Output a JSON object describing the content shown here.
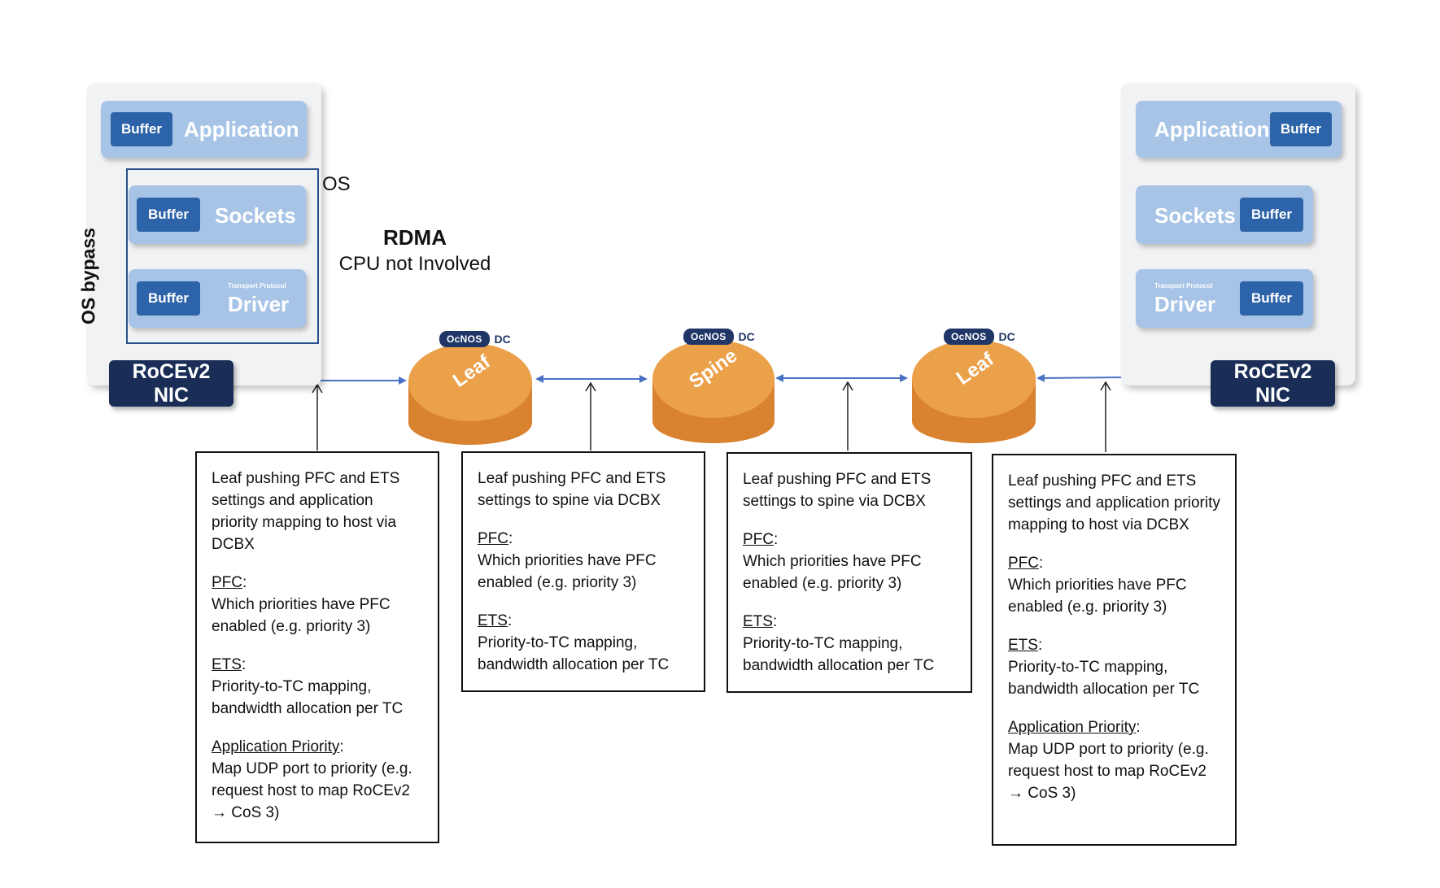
{
  "left_host": {
    "buffer_label": "Buffer",
    "application": "Application",
    "sockets": "Sockets",
    "driver": "Driver",
    "transport_protocol": "Transport Protocol",
    "nic_line1": "RoCEv2",
    "nic_line2": "NIC",
    "os_label": "OS",
    "bypass_label": "OS bypass"
  },
  "right_host": {
    "buffer_label": "Buffer",
    "application": "Application",
    "sockets": "Sockets",
    "driver": "Driver",
    "transport_protocol": "Transport Protocol",
    "nic_line1": "RoCEv2",
    "nic_line2": "NIC"
  },
  "rdma": {
    "title": "RDMA",
    "subtitle": "CPU not Involved"
  },
  "switches": [
    {
      "badge": "OcNOS",
      "suffix": "DC",
      "label": "Leaf"
    },
    {
      "badge": "OcNOS",
      "suffix": "DC",
      "label": "Spine"
    },
    {
      "badge": "OcNOS",
      "suffix": "DC",
      "label": "Leaf"
    }
  ],
  "colors": {
    "host_layer": "#a7c4e6",
    "buffer": "#2d63a8",
    "nic": "#192d56",
    "switch_top": "#eba04a",
    "switch_side": "#d9822f",
    "link_arrow": "#4a72c4",
    "bypass_arrow": "#f0a846"
  },
  "boxes": [
    {
      "intro": "Leaf pushing PFC and ETS settings and application priority mapping to host via DCBX",
      "pfc_title": "PFC",
      "pfc_text": "Which priorities have PFC enabled (e.g. priority 3)",
      "ets_title": "ETS",
      "ets_text": "Priority-to-TC mapping, bandwidth allocation per TC",
      "app_title": "Application Priority",
      "app_text": "Map UDP port to priority (e.g. request host to map RoCEv2 → CoS 3)"
    },
    {
      "intro": "Leaf pushing PFC and ETS settings to spine via DCBX",
      "pfc_title": "PFC",
      "pfc_text": "Which priorities have PFC enabled (e.g. priority 3)",
      "ets_title": "ETS",
      "ets_text": "Priority-to-TC mapping, bandwidth allocation per TC"
    },
    {
      "intro": "Leaf pushing PFC and ETS settings to spine via DCBX",
      "pfc_title": "PFC",
      "pfc_text": "Which priorities have PFC enabled (e.g. priority 3)",
      "ets_title": "ETS",
      "ets_text": "Priority-to-TC mapping, bandwidth allocation per TC"
    },
    {
      "intro": "Leaf pushing PFC and ETS settings and application priority mapping to host via DCBX",
      "pfc_title": "PFC",
      "pfc_text": "Which priorities have PFC enabled (e.g. priority 3)",
      "ets_title": "ETS",
      "ets_text": "Priority-to-TC mapping, bandwidth allocation per TC",
      "app_title": "Application Priority",
      "app_text": "Map UDP port to priority (e.g. request host to map RoCEv2 → CoS 3)"
    }
  ]
}
